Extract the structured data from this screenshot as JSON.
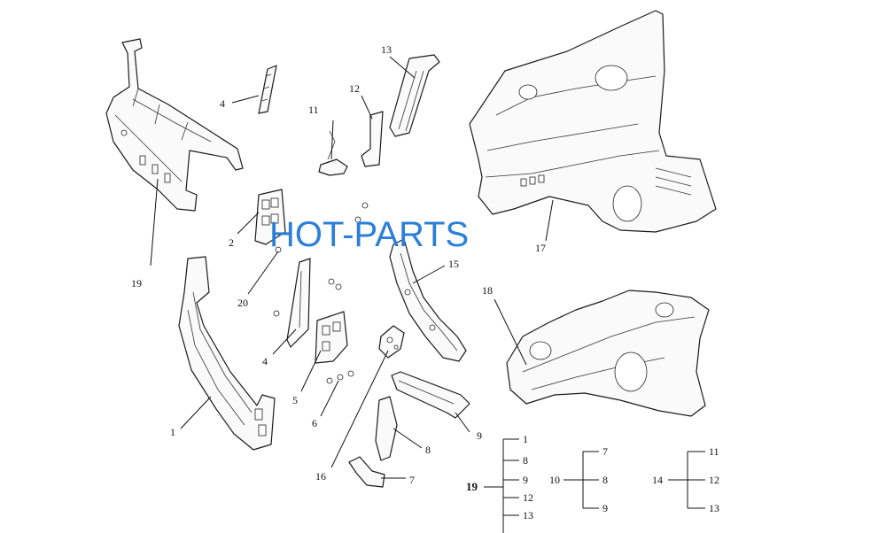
{
  "watermark": "HOT-PARTS",
  "callouts": {
    "c1": "1",
    "c2": "2",
    "c4a": "4",
    "c4b": "4",
    "c5": "5",
    "c6": "6",
    "c7": "7",
    "c8": "8",
    "c9": "9",
    "c11": "11",
    "c12": "12",
    "c13": "13",
    "c15": "15",
    "c16": "16",
    "c17": "17",
    "c18": "18",
    "c19": "19",
    "c20": "20"
  },
  "assembly_legend": [
    {
      "parent": "19",
      "children": [
        "1",
        "8",
        "9",
        "12",
        "13"
      ]
    },
    {
      "parent": "10",
      "children": [
        "7",
        "8",
        "9"
      ]
    },
    {
      "parent": "14",
      "children": [
        "11",
        "12",
        "13"
      ]
    }
  ],
  "colors": {
    "watermark": "#2b7fd9",
    "line": "#1a1a1a"
  }
}
